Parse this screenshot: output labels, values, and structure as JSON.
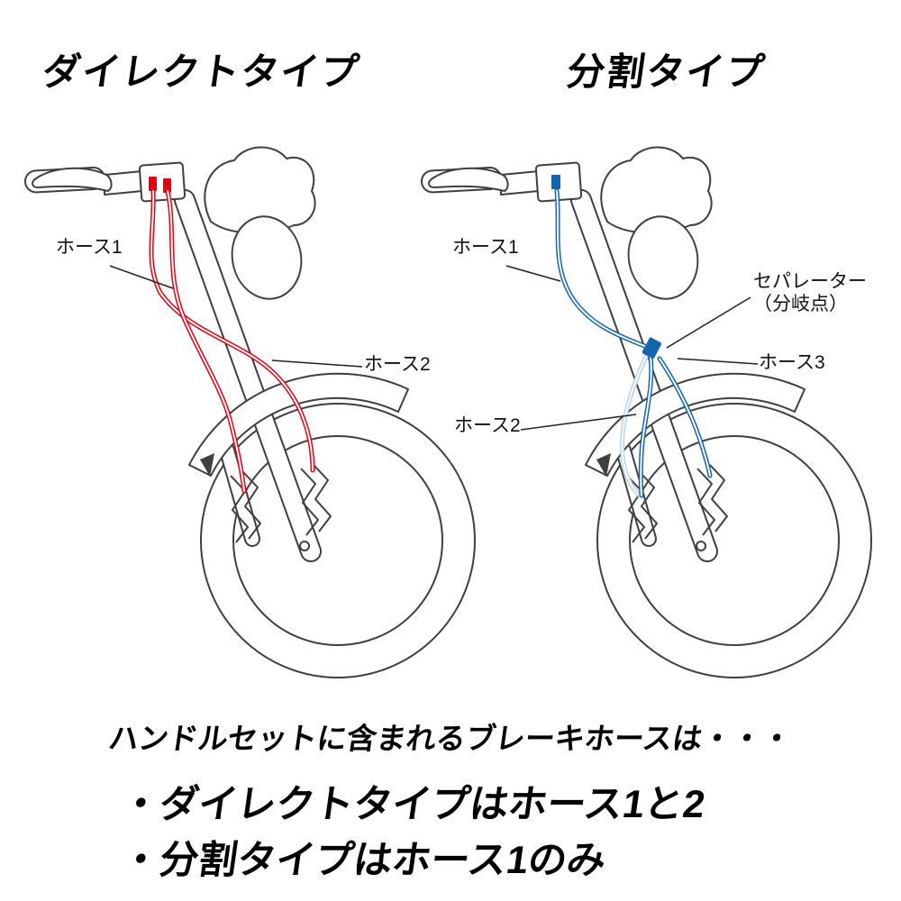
{
  "diagram": {
    "left": {
      "title": "ダイレクトタイプ",
      "hose_color": "#e60012",
      "labels": {
        "hose1": "ホース1",
        "hose2": "ホース2"
      }
    },
    "right": {
      "title": "分割タイプ",
      "hose_color": "#1565ae",
      "hose_color_light": "#b7d3ec",
      "labels": {
        "hose1": "ホース1",
        "separator": "セパレーター\n（分岐点）",
        "hose3": "ホース3",
        "hose2": "ホース2"
      }
    }
  },
  "footer": {
    "intro": "ハンドルセットに含まれるブレーキホースは・・・",
    "bullet1": "・ダイレクトタイプはホース1と2",
    "bullet2": "・分割タイプはホース1のみ"
  }
}
